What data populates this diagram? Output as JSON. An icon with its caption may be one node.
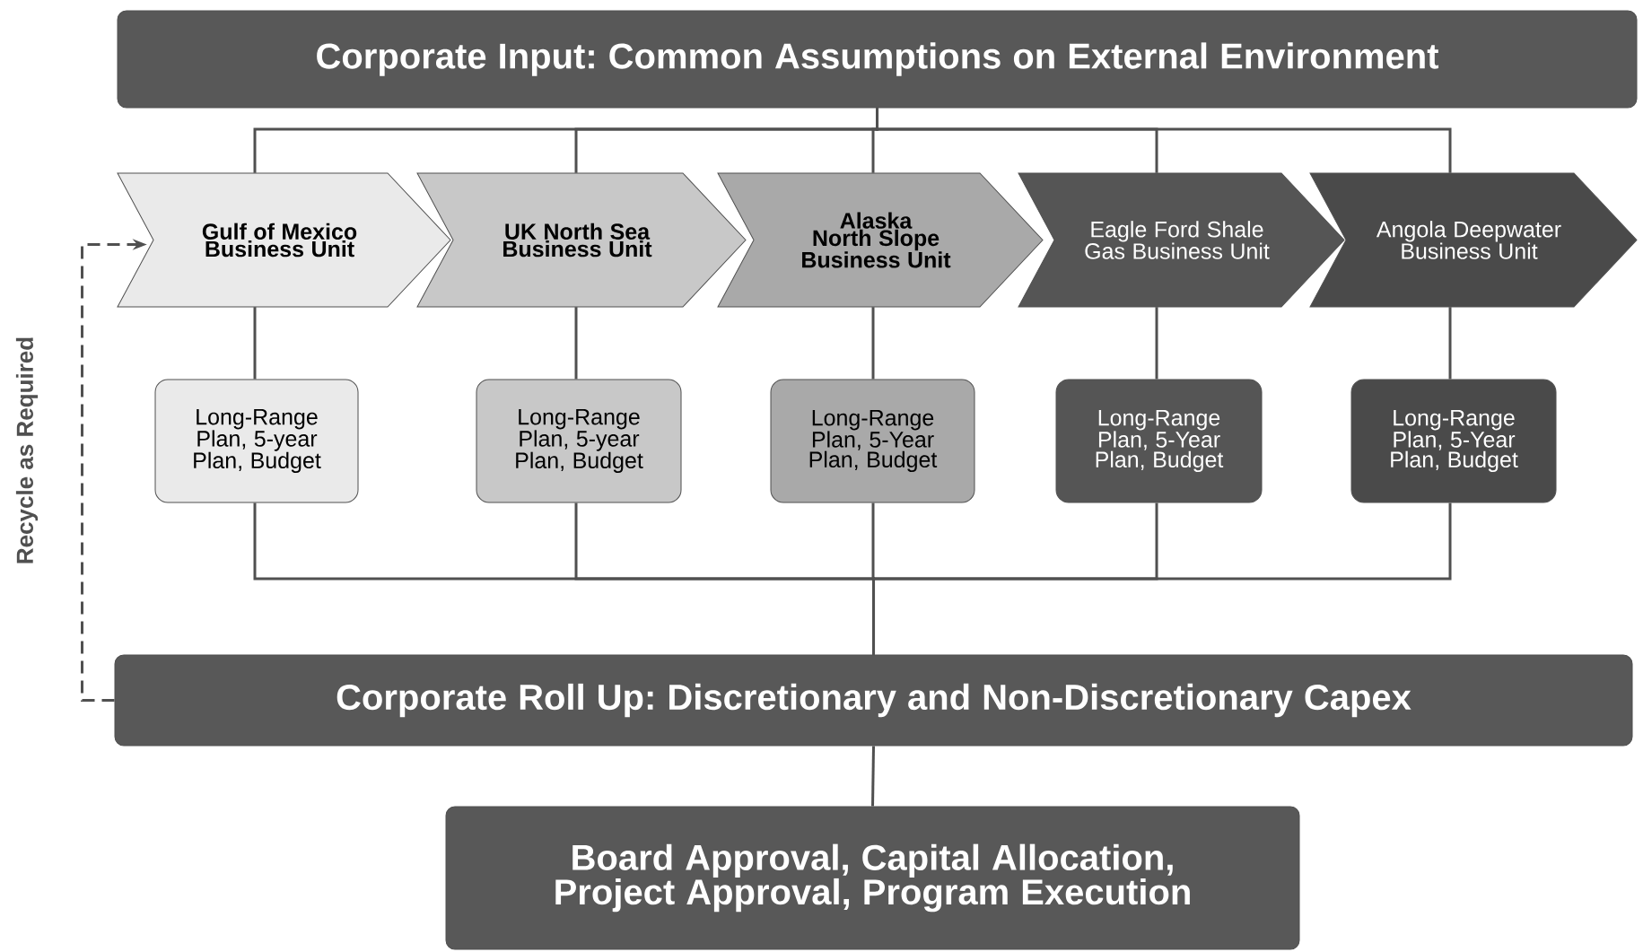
{
  "diagram": {
    "nodes": [
      {
        "text": [
          "Corporate Input:  Common Assumptions on External Environment"
        ]
      },
      {
        "text": [
          "Gulf of Mexico Business Unit"
        ]
      },
      {
        "text": [
          "UK North Sea Business Unit"
        ]
      },
      {
        "text": [
          "Alaska North Slope Business Unit"
        ]
      },
      {
        "text": [
          "Eagle Ford Shale Gas Business Unit"
        ]
      },
      {
        "text": [
          "Angola Deepwater Business Unit"
        ]
      },
      {
        "text": [
          "Long-Range Plan, 5-year Plan, Budget"
        ]
      },
      {
        "text": [
          "Long-Range Plan, 5-year Plan, Budget"
        ]
      },
      {
        "text": [
          "Long-Range Plan, 5-Year Plan, Budget"
        ]
      },
      {
        "text": [
          "Long-Range Plan, 5-Year Plan, Budget"
        ]
      },
      {
        "text": [
          "Long-Range Plan, 5-Year Plan, Budget"
        ]
      },
      {
        "text": [
          "Corporate Roll Up:  Discretionary and Non-Discretionary Capex"
        ]
      },
      {
        "text": [
          "Board Approval, Capital Allocation, Project Approval, Program Execution"
        ]
      }
    ],
    "edges": [
      {
        "from": 0,
        "to": 1,
        "arrow": "none"
      },
      {
        "from": 0,
        "to": 2,
        "arrow": "none"
      },
      {
        "from": 0,
        "to": 3,
        "arrow": "none"
      },
      {
        "from": 0,
        "to": 4,
        "arrow": "none"
      },
      {
        "from": 0,
        "to": 5,
        "arrow": "none"
      },
      {
        "from": 1,
        "to": 6,
        "arrow": "none"
      },
      {
        "from": 2,
        "to": 7,
        "arrow": "none"
      },
      {
        "from": 3,
        "to": 8,
        "arrow": "none"
      },
      {
        "from": 4,
        "to": 9,
        "arrow": "none"
      },
      {
        "from": 5,
        "to": 10,
        "arrow": "none"
      },
      {
        "from": 6,
        "to": 11,
        "arrow": "none"
      },
      {
        "from": 7,
        "to": 11,
        "arrow": "none"
      },
      {
        "from": 8,
        "to": 11,
        "arrow": "none"
      },
      {
        "from": 9,
        "to": 11,
        "arrow": "none"
      },
      {
        "from": 10,
        "to": 11,
        "arrow": "none"
      },
      {
        "from": 11,
        "to": 12,
        "arrow": "none"
      },
      {
        "from": 11,
        "to": 1,
        "arrow": "to",
        "style": "dashed",
        "label": "Recycle as Required"
      }
    ]
  }
}
